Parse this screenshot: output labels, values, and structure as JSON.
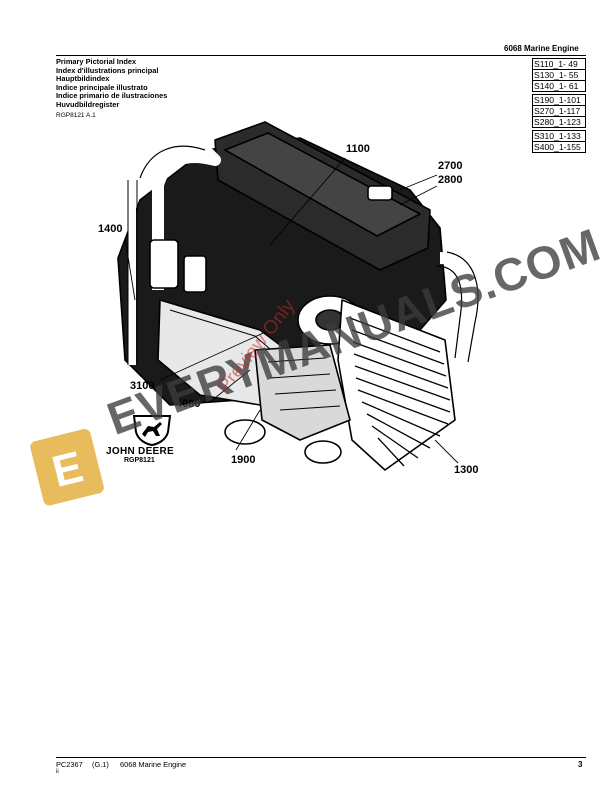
{
  "header": {
    "title": "6068  Marine  Engine"
  },
  "index_titles": [
    "Primary Pictorial Index",
    "Index d'illustrations principal",
    "Hauptbildindex",
    "Indice principale illustrato",
    "Indice primario de ilustraciones",
    "Huvudbildregister"
  ],
  "figure_id": "RGP8121  A.1",
  "section_refs": [
    [
      "S110_1- 49",
      "S130_1- 55",
      "S140_1- 61"
    ],
    [
      "S190_1-101",
      "S270_1-117",
      "S280_1-123"
    ],
    [
      "S310_1-133",
      "S400_1-155"
    ]
  ],
  "callouts": {
    "c1100": "1100",
    "c2700": "2700",
    "c2800": "2800",
    "c1400": "1400",
    "c3100": "3100",
    "c4000": "4000",
    "c1900": "1900",
    "c1300": "1300"
  },
  "logo": {
    "brand": "JOHN DEERE",
    "code": "RGP8121"
  },
  "watermark": {
    "text": "EVERYMANUALS.COM",
    "letter": "E",
    "preview": "Preview Only"
  },
  "footer": {
    "doc_code": "PC2367",
    "revision": "(G.1)",
    "title": "6068 Marine Engine",
    "roman": "ii",
    "page": "3"
  },
  "colors": {
    "watermark_tile": "#e6b54a",
    "watermark_text": "#3c3c3c",
    "preview_red": "#c82828"
  }
}
